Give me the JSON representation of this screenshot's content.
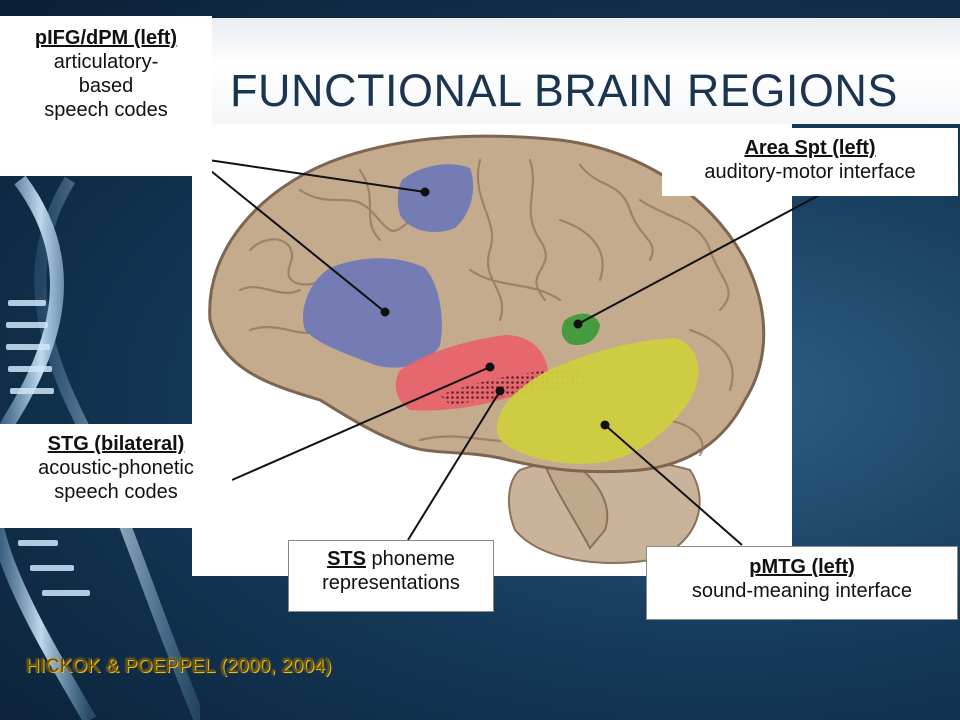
{
  "slide": {
    "title": "FUNCTIONAL BRAIN REGIONS",
    "citation": "HICKOK & POEPPEL (2000, 2004)"
  },
  "callouts": {
    "pifg": {
      "heading": "pIFG/dPM (left)",
      "lines": [
        "articulatory-",
        "based",
        "speech codes"
      ]
    },
    "spt": {
      "heading": "Area Spt (left)",
      "body": "auditory-motor interface"
    },
    "stg": {
      "heading": "STG (bilateral)",
      "lines": [
        "acoustic-phonetic",
        "speech codes"
      ]
    },
    "sts": {
      "heading": "STS",
      "inline": " phoneme",
      "line2": "representations"
    },
    "pmtg": {
      "heading": "pMTG (left)",
      "body": "sound-meaning interface"
    }
  },
  "colors": {
    "background": "#153a5a",
    "title_text": "#1b3450",
    "brain": "#c4ab8e",
    "region_frontal": "#7179b6",
    "region_stg": "#e8636b",
    "region_spt": "#3f9a3a",
    "region_pmtg": "#cfcd3e",
    "citation": "#e1bd2a"
  }
}
